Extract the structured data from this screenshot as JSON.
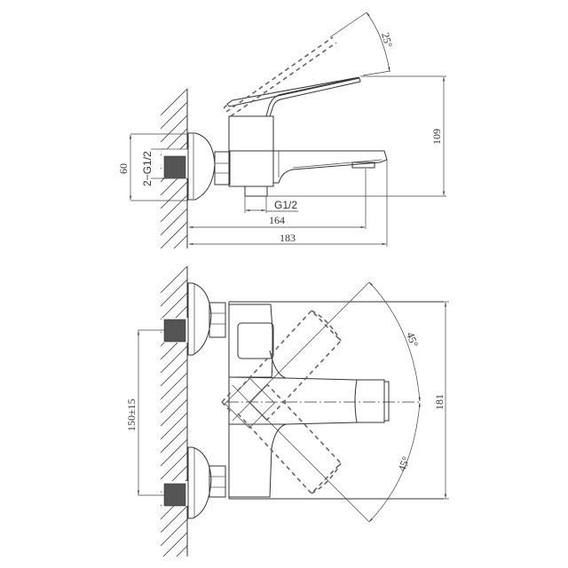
{
  "drawing": {
    "title": "Wall-mounted single-lever mixer — technical drawing",
    "side_view": {
      "dim_height_60": "60",
      "dim_thread_inlets": "2−G1/2",
      "dim_thread_outlet": "G1/2",
      "dim_length_164": "164",
      "dim_length_183": "183",
      "dim_height_109": "109",
      "dim_handle_angle": "25°"
    },
    "top_view": {
      "dim_centers": "150±15",
      "dim_depth_181": "181",
      "dim_angle_upper": "45°",
      "dim_angle_lower": "45°"
    }
  }
}
